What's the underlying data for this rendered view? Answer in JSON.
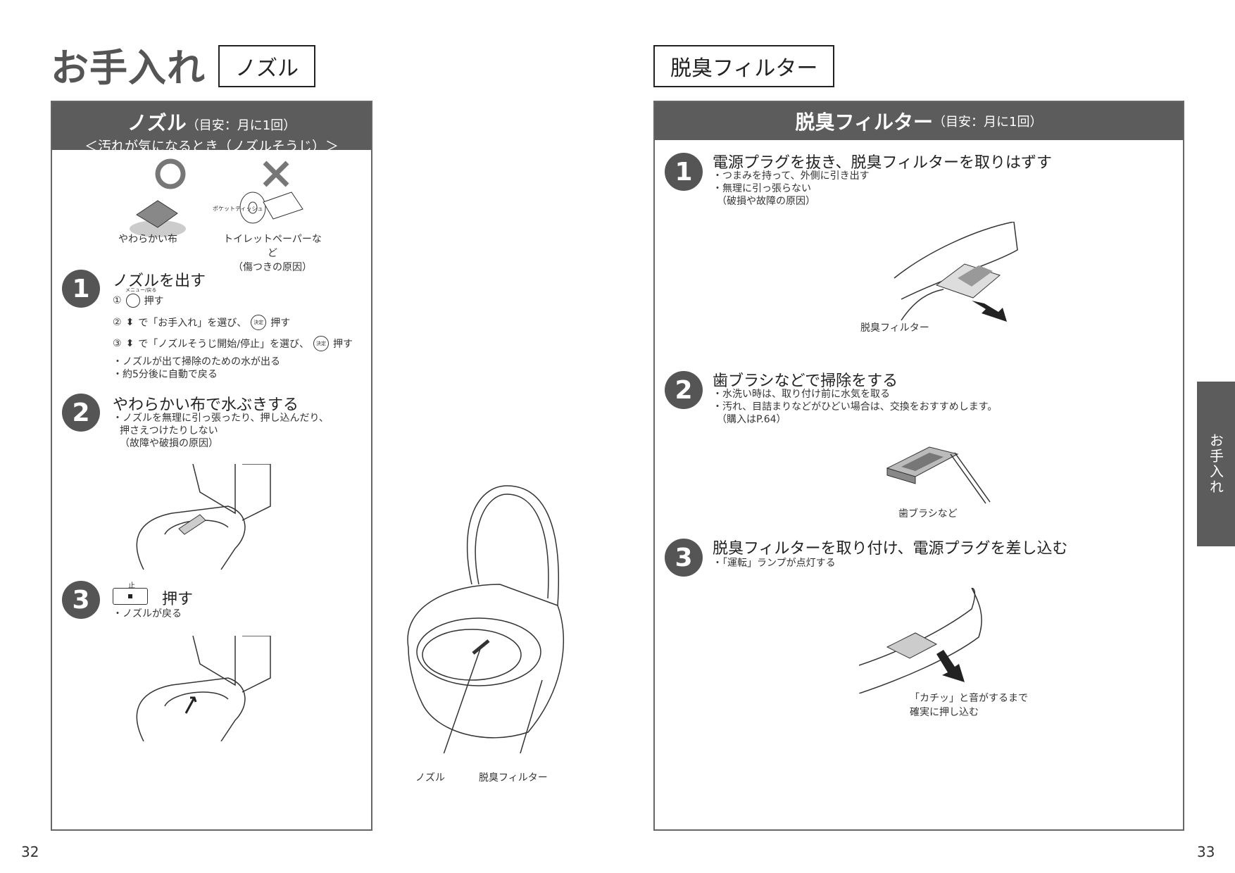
{
  "left": {
    "title": "お手入れ",
    "tag": "ノズル",
    "panel": {
      "head_bold": "ノズル",
      "head_small": "（目安：月に1回）",
      "head_sub": "＜汚れが気になるとき（ノズルそうじ）＞",
      "ok_label": "やわらかい布",
      "ng_label_1": "トイレットペーパーなど",
      "ng_label_2": "（傷つきの原因）",
      "ng_package_text": "ポケットティッシュ",
      "step1": {
        "num": "1",
        "title": "ノズルを出す",
        "button_caption": "メニュー/戻る",
        "line1_mark": "①",
        "line1_text": "押す",
        "line2_mark": "②",
        "line2_text_a": "で「お手入れ」を選び、",
        "line2_text_b": "押す",
        "line3_mark": "③",
        "line3_text_a": "で「ノズルそうじ開始/停止」を選び、",
        "line3_text_b": "押す",
        "button_decide": "決定",
        "note1": "・ノズルが出て掃除のための水が出る",
        "note2": "・約5分後に自動で戻る"
      },
      "step2": {
        "num": "2",
        "title": "やわらかい布で水ぶきする",
        "note1": "・ノズルを無理に引っ張ったり、押し込んだり、",
        "note2": "押さえつけたりしない",
        "note3": "（故障や破損の原因）"
      },
      "step3": {
        "num": "3",
        "stop_caption": "止",
        "title": "押す",
        "note1": "・ノズルが戻る"
      }
    },
    "toilet_label_nozzle": "ノズル",
    "toilet_label_filter": "脱臭フィルター",
    "page_number": "32"
  },
  "right": {
    "tag": "脱臭フィルター",
    "panel": {
      "head_bold": "脱臭フィルター",
      "head_small": "（目安：月に1回）",
      "step1": {
        "num": "1",
        "title": "電源プラグを抜き、脱臭フィルターを取りはずす",
        "note1": "・つまみを持って、外側に引き出す",
        "note2": "・無理に引っ張らない",
        "note3": "（破損や故障の原因）",
        "caption": "脱臭フィルター"
      },
      "step2": {
        "num": "2",
        "title": "歯ブラシなどで掃除をする",
        "note1": "・水洗い時は、取り付け前に水気を取る",
        "note2": "・汚れ、目詰まりなどがひどい場合は、交換をおすすめします。",
        "note3": "（購入はP.64）",
        "caption": "歯ブラシなど"
      },
      "step3": {
        "num": "3",
        "title": "脱臭フィルターを取り付け、電源プラグを差し込む",
        "note1": "・「運転」ランプが点灯する",
        "caption1": "「カチッ」と音がするまで",
        "caption2": "確実に押し込む"
      }
    },
    "side_tab": "お手入れ",
    "page_number": "33"
  }
}
